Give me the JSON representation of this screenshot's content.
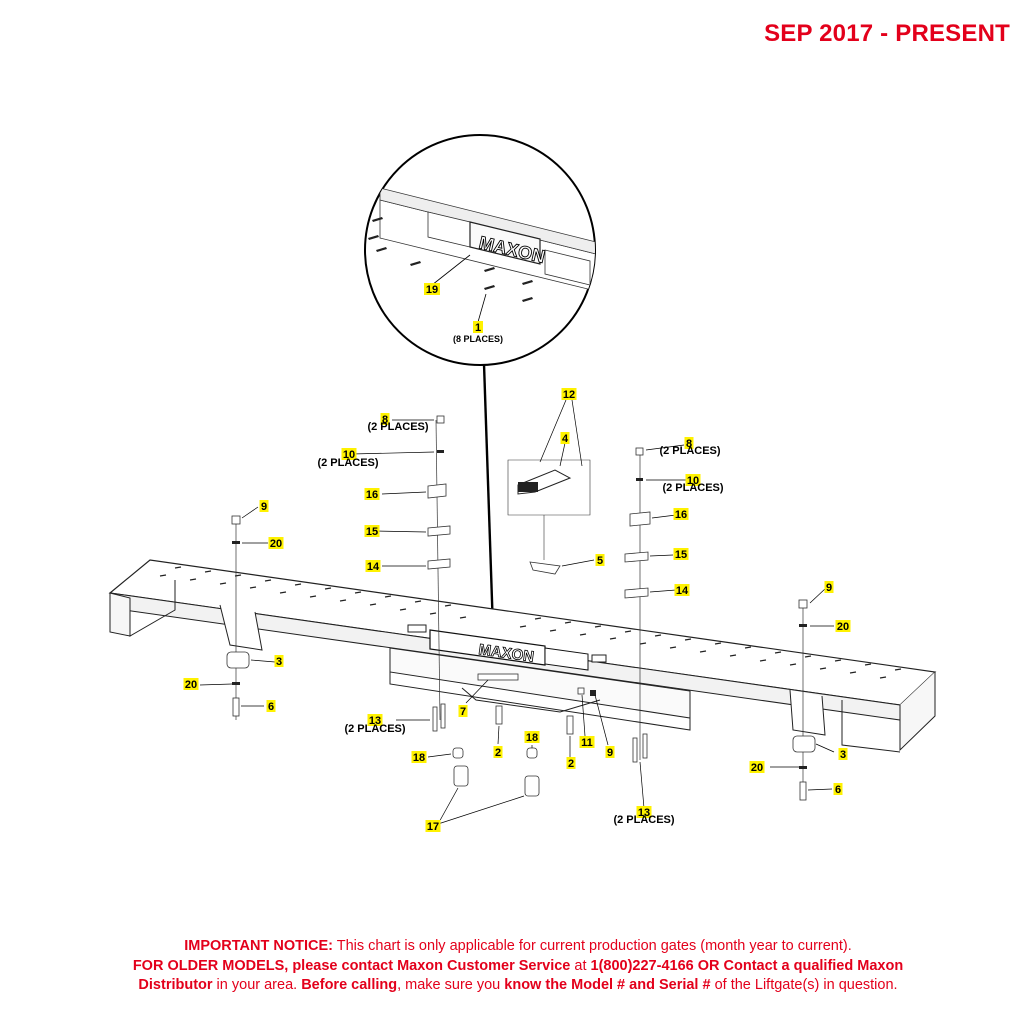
{
  "header": {
    "date_range": "SEP 2017 - PRESENT"
  },
  "inset": {
    "brand_plate_text": "MAXON",
    "callouts": [
      {
        "id": "inset-19",
        "num": "19",
        "qty": ""
      },
      {
        "id": "inset-1",
        "num": "1",
        "qty": "(8 PLACES)"
      }
    ]
  },
  "plate_text": "MAXON",
  "callouts": [
    {
      "num": "12",
      "qty": ""
    },
    {
      "num": "4",
      "qty": ""
    },
    {
      "num": "8",
      "qty": "(2 PLACES)"
    },
    {
      "num": "10",
      "qty": "(2 PLACES)"
    },
    {
      "num": "16",
      "qty": ""
    },
    {
      "num": "15",
      "qty": ""
    },
    {
      "num": "14",
      "qty": ""
    },
    {
      "num": "9",
      "qty": ""
    },
    {
      "num": "20",
      "qty": ""
    },
    {
      "num": "5",
      "qty": ""
    },
    {
      "num": "8",
      "qty": "(2 PLACES)"
    },
    {
      "num": "10",
      "qty": "(2 PLACES)"
    },
    {
      "num": "16",
      "qty": ""
    },
    {
      "num": "15",
      "qty": ""
    },
    {
      "num": "14",
      "qty": ""
    },
    {
      "num": "9",
      "qty": ""
    },
    {
      "num": "20",
      "qty": ""
    },
    {
      "num": "3",
      "qty": ""
    },
    {
      "num": "20",
      "qty": ""
    },
    {
      "num": "6",
      "qty": ""
    },
    {
      "num": "7",
      "qty": ""
    },
    {
      "num": "13",
      "qty": "(2 PLACES)"
    },
    {
      "num": "2",
      "qty": ""
    },
    {
      "num": "18",
      "qty": ""
    },
    {
      "num": "11",
      "qty": ""
    },
    {
      "num": "9",
      "qty": ""
    },
    {
      "num": "2",
      "qty": ""
    },
    {
      "num": "18",
      "qty": ""
    },
    {
      "num": "17",
      "qty": ""
    },
    {
      "num": "13",
      "qty": "(2 PLACES)"
    },
    {
      "num": "3",
      "qty": ""
    },
    {
      "num": "20",
      "qty": ""
    },
    {
      "num": "6",
      "qty": ""
    }
  ],
  "notice": {
    "line1_bold": "IMPORTANT NOTICE:",
    "line1_text": " This chart is only applicable for current production gates (month year to current).",
    "line2_bold_a": "FOR OLDER MODELS, please contact Maxon Customer Service",
    "line2_text_a": " at ",
    "line2_bold_b": "1(800)227-4166 OR Contact a qualified Maxon",
    "line3_bold_a": "Distributor",
    "line3_text_a": " in your area. ",
    "line3_bold_b": "Before calling",
    "line3_text_b": ", make sure you ",
    "line3_bold_c": "know the Model # and Serial #",
    "line3_text_c": " of the Liftgate(s) in question."
  },
  "colors": {
    "accent_red": "#e3001b",
    "callout_yellow": "#fff200"
  }
}
